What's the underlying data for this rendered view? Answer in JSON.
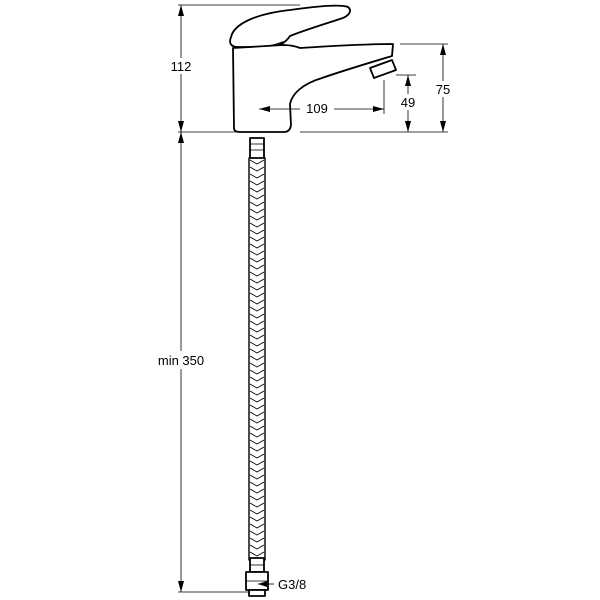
{
  "dimensions": {
    "body_height": "112",
    "total_height": "75",
    "spout_reach": "109",
    "spout_height": "49",
    "hose_length": "min 350",
    "connection_thread": "G3/8"
  }
}
